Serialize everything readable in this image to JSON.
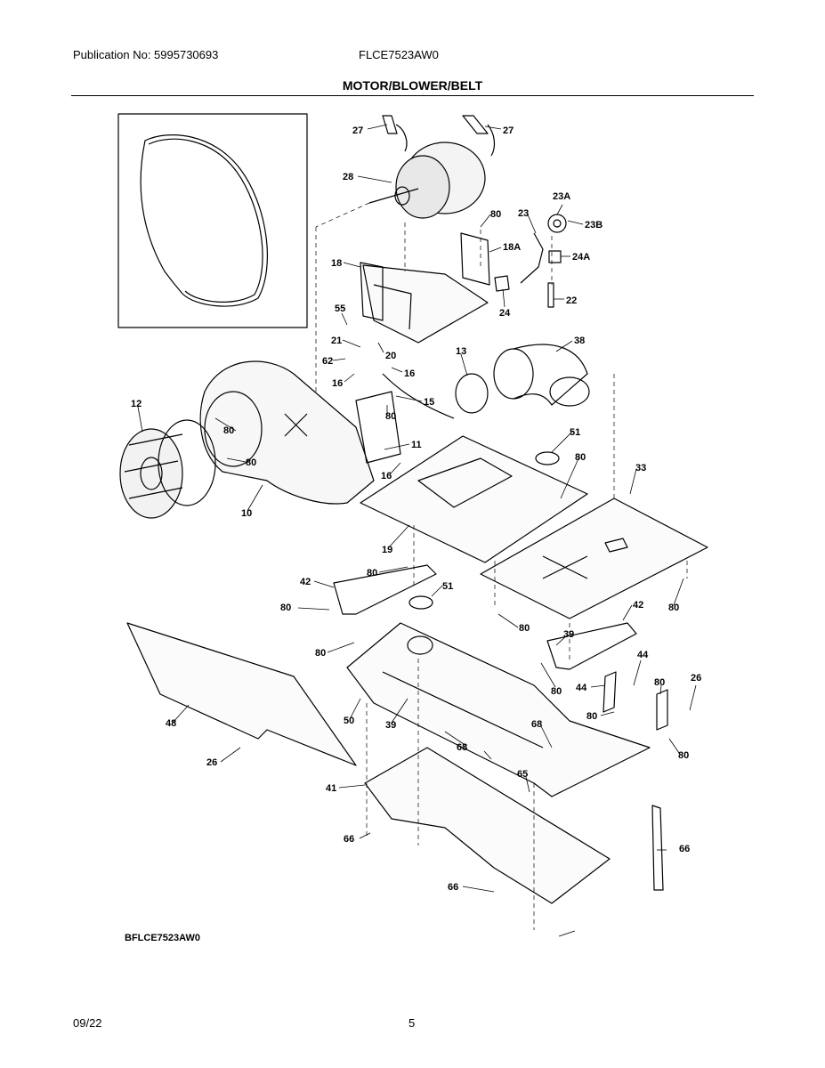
{
  "header": {
    "publication": "Publication No: 5995730693",
    "model": "FLCE7523AW0",
    "title": "MOTOR/BLOWER/BELT"
  },
  "footer": {
    "diagram_code": "BFLCE7523AW0",
    "date": "09/22",
    "page_number": "5"
  },
  "callouts": [
    "27",
    "27",
    "28",
    "80",
    "23",
    "23A",
    "23B",
    "18A",
    "24A",
    "18",
    "55",
    "24",
    "22",
    "21",
    "20",
    "62",
    "16",
    "16",
    "38",
    "13",
    "15",
    "80",
    "12",
    "80",
    "80",
    "11",
    "51",
    "16",
    "80",
    "33",
    "10",
    "19",
    "80",
    "42",
    "51",
    "80",
    "80",
    "80",
    "42",
    "39",
    "80",
    "80",
    "44",
    "44",
    "80",
    "80",
    "26",
    "50",
    "48",
    "39",
    "68",
    "80",
    "68",
    "26",
    "65",
    "41",
    "66",
    "66",
    "66"
  ]
}
